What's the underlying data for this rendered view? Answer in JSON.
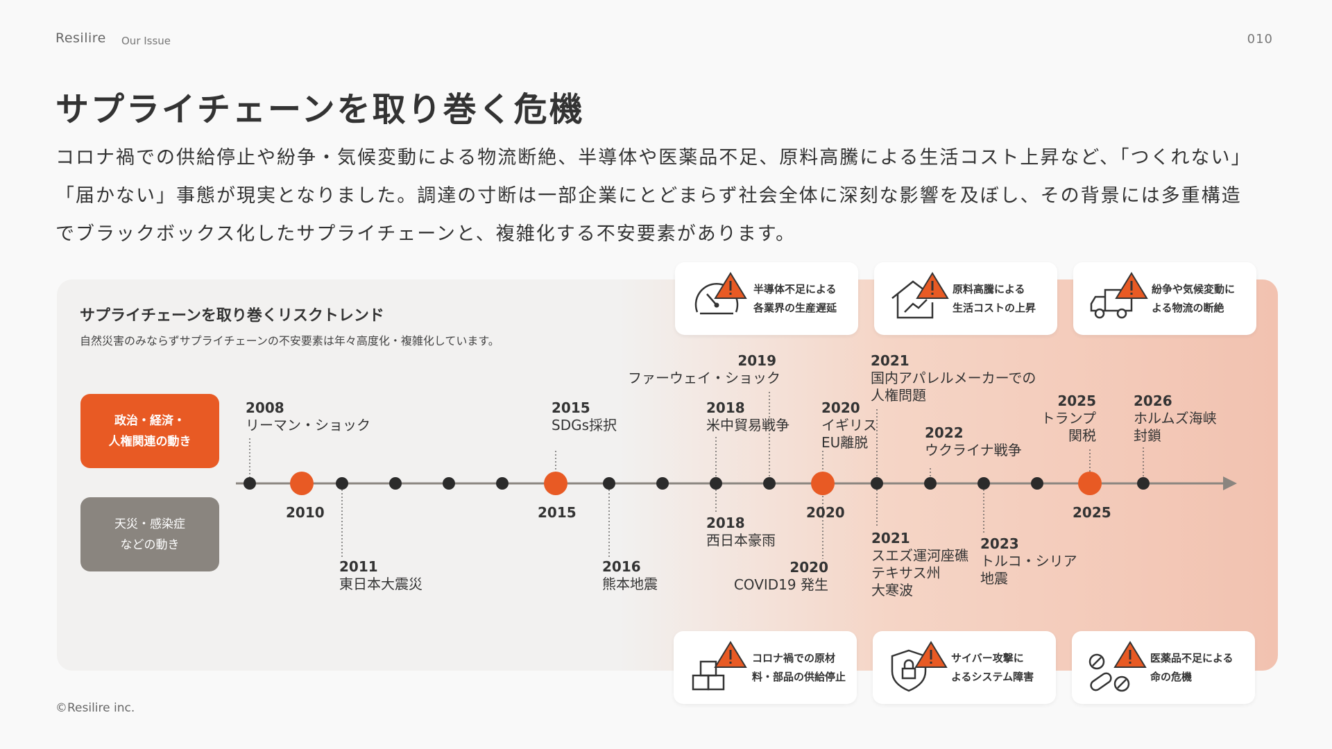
{
  "header": {
    "brand": "Resilire",
    "section": "Our Issue",
    "page_number": "010"
  },
  "title": "サプライチェーンを取り巻く危機",
  "lead": [
    "コロナ禍での供給停止や紛争・気候変動による物流断絶、半導体や医薬品不足、原料高騰による生活コスト上昇など、「つくれない」",
    "「届かない」事態が現実となりました。調達の寸断は一部企業にとどまらず社会全体に深刻な影響を及ぼし、その背景には多重構造",
    "でブラックボックス化したサプライチェーンと、複雑化する不安要素があります。"
  ],
  "panel": {
    "title": "サプライチェーンを取り巻くリスクトレンド",
    "subtitle": "自然災害のみならずサプライチェーンの不安要素は年々高度化・複雑化しています。"
  },
  "legend": {
    "politics": [
      "政治・経済・",
      "人権関連の動き"
    ],
    "disaster": [
      "天災・感染症",
      "などの動き"
    ]
  },
  "axis_years": [
    "2010",
    "2015",
    "2020",
    "2025"
  ],
  "events_above": [
    {
      "year": "2008",
      "name": "リーマン・ショック"
    },
    {
      "year": "2015",
      "name": "SDGs採択"
    },
    {
      "year": "2019",
      "name": "ファーウェイ・ショック"
    },
    {
      "year": "2018",
      "name": "米中貿易戦争"
    },
    {
      "year": "2020",
      "name": "イギリス",
      "name2": "EU離脱"
    },
    {
      "year": "2021",
      "name": "国内アパレルメーカーでの",
      "name2": "人権問題"
    },
    {
      "year": "2022",
      "name": "ウクライナ戦争"
    },
    {
      "year": "2025",
      "name": "トランプ",
      "name2": "関税"
    },
    {
      "year": "2026",
      "name": "ホルムズ海峡",
      "name2": "封鎖"
    }
  ],
  "events_below": [
    {
      "year": "2011",
      "name": "東日本大震災"
    },
    {
      "year": "2016",
      "name": "熊本地震"
    },
    {
      "year": "2018",
      "name": "西日本豪雨"
    },
    {
      "year": "2020",
      "name": "COVID19 発生"
    },
    {
      "year": "2021",
      "name": "スエズ運河座礁",
      "name2": "テキサス州",
      "name3": "大寒波"
    },
    {
      "year": "2023",
      "name": "トルコ・シリア",
      "name2": "地震"
    }
  ],
  "cards_top": [
    {
      "icon": "gauge-warning-icon",
      "line1": "半導体不足による",
      "line2": "各業界の生産遅延"
    },
    {
      "icon": "house-chart-warning-icon",
      "line1": "原料高騰による",
      "line2": "生活コストの上昇"
    },
    {
      "icon": "truck-warning-icon",
      "line1": "紛争や気候変動に",
      "line2": "よる物流の断絶"
    }
  ],
  "cards_bottom": [
    {
      "icon": "boxes-warning-icon",
      "line1": "コロナ禍での原材",
      "line2": "料・部品の供給停止"
    },
    {
      "icon": "shield-lock-warning-icon",
      "line1": "サイバー攻撃に",
      "line2": "よるシステム障害"
    },
    {
      "icon": "pills-warning-icon",
      "line1": "医薬品不足による",
      "line2": "命の危機"
    }
  ],
  "colors": {
    "accent": "#e85a24",
    "gray": "#8a857f",
    "dot": "#2b2b2b"
  },
  "footer": "©Resilire inc."
}
